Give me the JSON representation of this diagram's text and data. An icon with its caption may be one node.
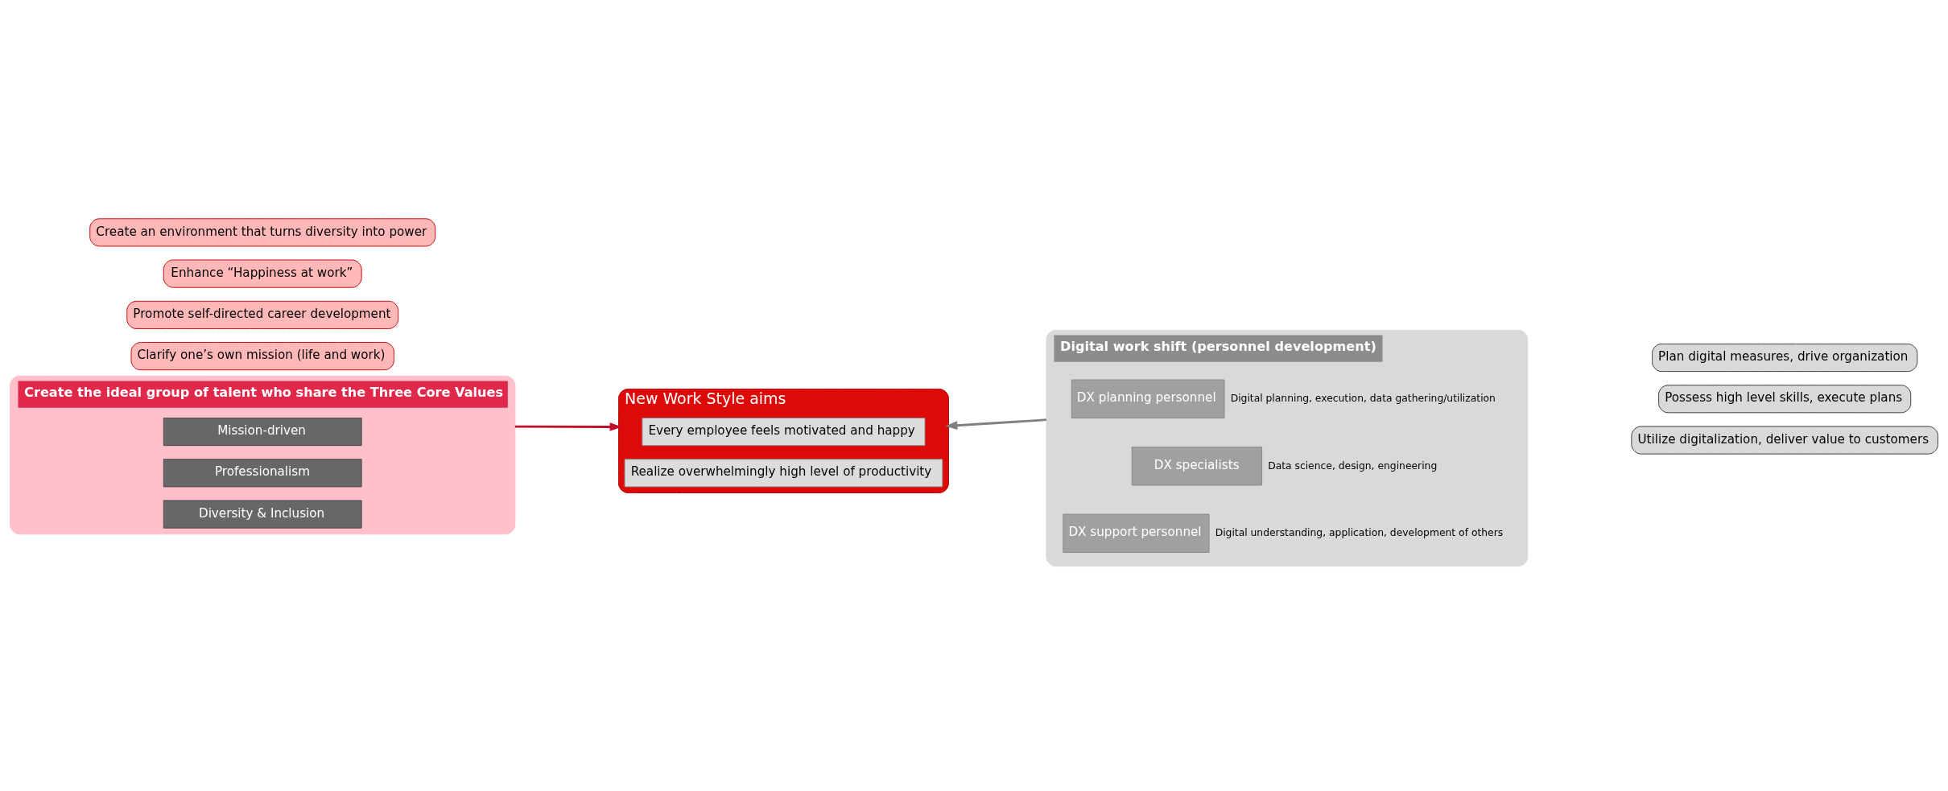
{
  "diagram": {
    "nodes": [
      {
        "text": [
          "Create the ideal group of talent who share the Three Core Values"
        ]
      },
      {
        "text": [
          "Mission-driven"
        ],
        "in": 0
      },
      {
        "text": [
          "Professionalism"
        ],
        "in": 0
      },
      {
        "text": [
          "Diversity & Inclusion"
        ],
        "in": 0
      },
      {
        "text": [
          "New Work Style aims"
        ]
      },
      {
        "text": [
          "Every employee feels motivated and happy"
        ],
        "in": 4
      },
      {
        "text": [
          "Realize overwhelmingly high level of productivity"
        ],
        "in": 4
      },
      {
        "text": [
          "Digital work shift (personnel development)"
        ]
      },
      {
        "text": [
          "DX planning personnel"
        ],
        "in": 7,
        "beside": [
          "Digital planning, execution, data gathering/utilization"
        ]
      },
      {
        "text": [
          "DX specialists"
        ],
        "in": 7,
        "beside": [
          "Data science, design, engineering"
        ]
      },
      {
        "text": [
          "DX support personnel"
        ],
        "in": 7,
        "beside": [
          "Digital understanding, application, development of others"
        ]
      },
      {
        "text": [
          "Clarify one’s own mission (life and work)"
        ]
      },
      {
        "text": [
          "Promote self-directed career development"
        ]
      },
      {
        "text": [
          "Enhance “Happiness at work”"
        ]
      },
      {
        "text": [
          "Create an environment that turns diversity into power"
        ]
      },
      {
        "text": [
          "Plan digital measures, drive organization"
        ]
      },
      {
        "text": [
          "Possess high level skills, execute plans"
        ]
      },
      {
        "text": [
          "Utilize digitalization, deliver value to customers"
        ]
      }
    ],
    "edges": [
      {
        "from": 0,
        "to": 4,
        "arrow": "to",
        "color": "#c0102a"
      },
      {
        "from": 7,
        "to": 4,
        "arrow": "to",
        "color": "#808080"
      }
    ]
  }
}
